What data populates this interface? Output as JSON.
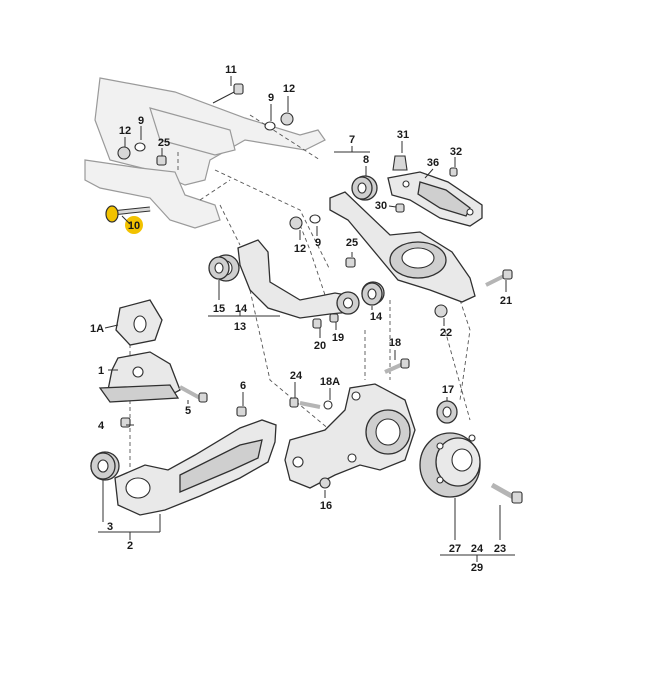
{
  "diagram": {
    "highlight_color": "#f2c200",
    "labels": {
      "l1": "1",
      "l1A": "1A",
      "l2": "2",
      "l3": "3",
      "l4": "4",
      "l5": "5",
      "l6": "6",
      "l7": "7",
      "l8": "8",
      "l9a": "9",
      "l9b": "9",
      "l9c": "9",
      "l10": "10",
      "l11": "11",
      "l12a": "12",
      "l12b": "12",
      "l12c": "12",
      "l13": "13",
      "l14a": "14",
      "l14b": "14",
      "l15": "15",
      "l16": "16",
      "l17": "17",
      "l18": "18",
      "l18A": "18A",
      "l19": "19",
      "l20": "20",
      "l21": "21",
      "l22": "22",
      "l23": "23",
      "l24a": "24",
      "l24b": "24",
      "l25a": "25",
      "l25b": "25",
      "l27": "27",
      "l29": "29",
      "l30": "30",
      "l31": "31",
      "l32": "32",
      "l36": "36"
    }
  }
}
